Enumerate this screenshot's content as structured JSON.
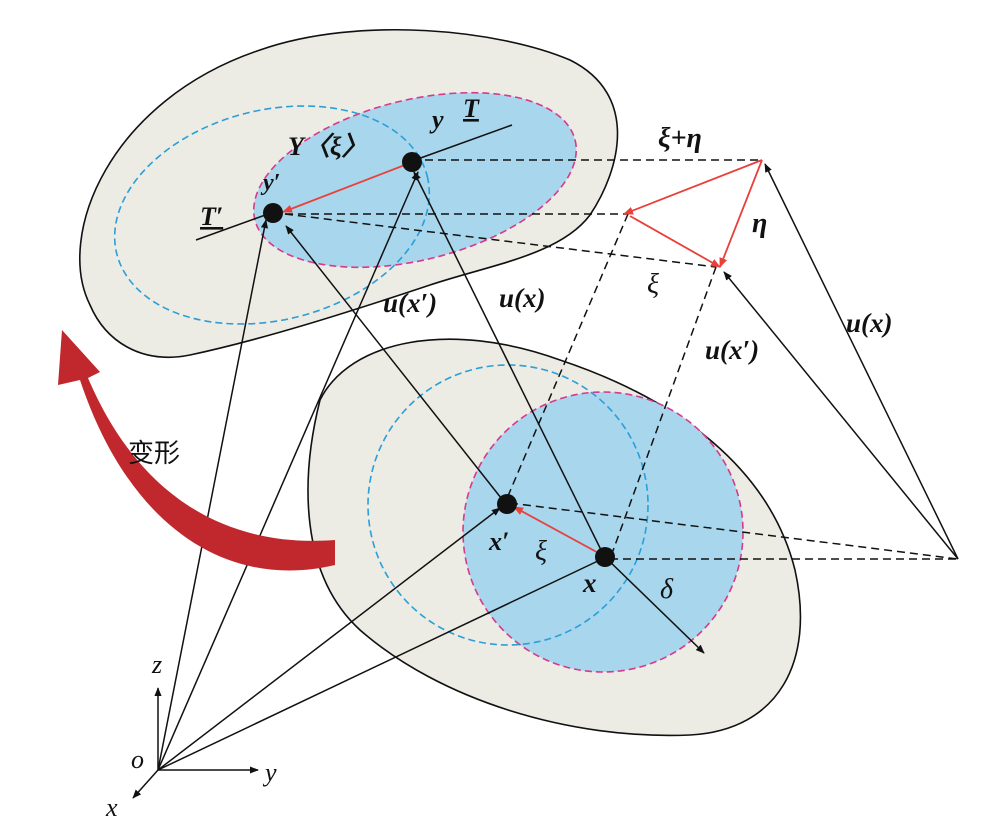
{
  "labels": {
    "y": "y",
    "y_prime": "y′",
    "T": "T",
    "T_prime": "T′",
    "Y_state": "Y〈ξ〉",
    "xi_plus_eta": "ξ+η",
    "eta": "η",
    "xi_right": "ξ",
    "u_x_prime_upper": "u(x′)",
    "u_x_upper": "u(x)",
    "u_x_right": "u(x)",
    "u_x_prime_right": "u(x′)",
    "x": "x",
    "x_prime": "x′",
    "xi_ref": "ξ",
    "delta": "δ",
    "deform": "变形",
    "axis_z": "z",
    "axis_y": "y",
    "axis_x": "x",
    "origin": "o"
  },
  "colors": {
    "body_fill": "#ecebe4",
    "horizon_fill": "#a8d6ec",
    "horizon_border": "#d63a8c",
    "family_border": "#2a9fd8",
    "bond": "#e8403a",
    "deform_arrow": "#c0282d",
    "line": "#111111"
  }
}
